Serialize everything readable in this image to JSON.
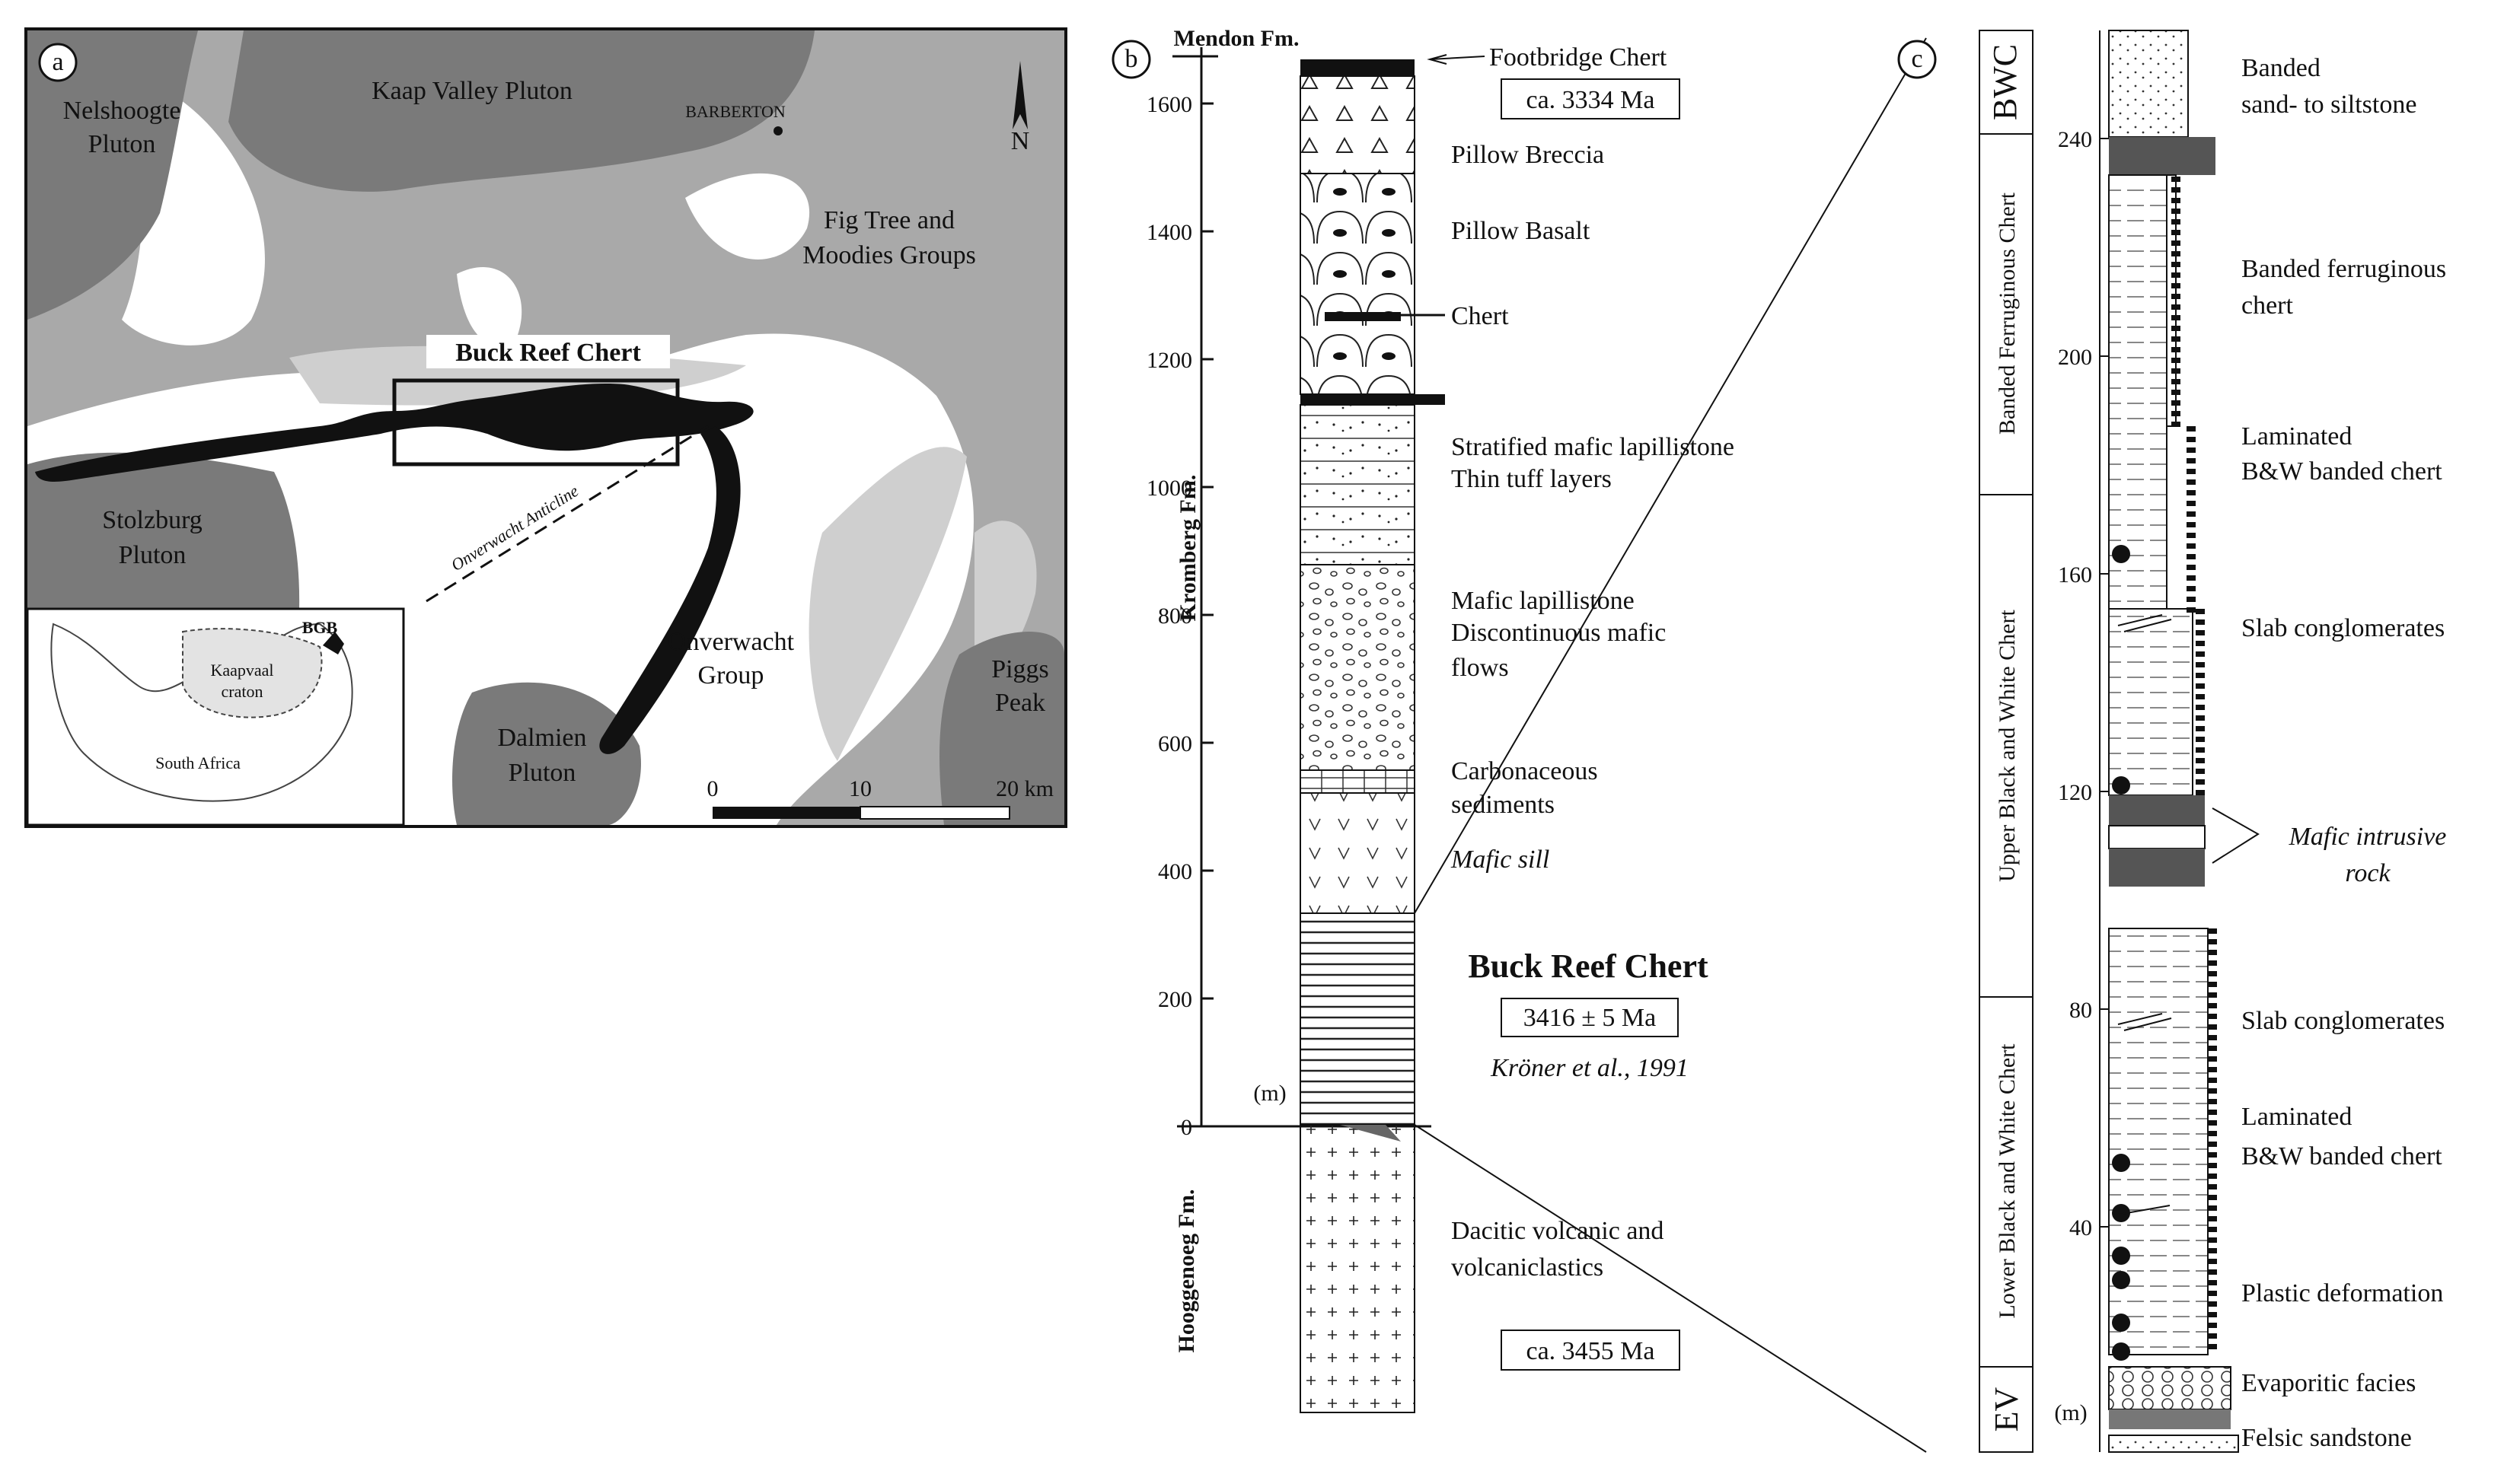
{
  "panel_a": {
    "letter": "a",
    "plutons": {
      "nelshoogte": [
        "Nelshoogte",
        "Pluton"
      ],
      "kaap_valley": "Kaap Valley Pluton",
      "stolzburg": [
        "Stolzburg",
        "Pluton"
      ],
      "dalmien": [
        "Dalmien",
        "Pluton"
      ],
      "piggs_peak": [
        "Piggs",
        "Peak"
      ]
    },
    "groups": {
      "fig_tree": [
        "Fig Tree and",
        "Moodies Groups"
      ],
      "onverwacht": [
        "Onverwacht",
        "Group"
      ]
    },
    "town": "BARBERTON",
    "buck_reef_label": "Buck Reef Chert",
    "anticline": "Onverwacht Anticline",
    "north": "N",
    "scale": {
      "ticks": [
        "0",
        "10",
        "20 km"
      ]
    },
    "inset": {
      "bgb": "BGB",
      "craton": [
        "Kaapvaal",
        "craton"
      ],
      "country": "South Africa"
    }
  },
  "panel_b": {
    "letter": "b",
    "top_formation": "Mendon Fm.",
    "formations": [
      "Kromberg Fm.",
      "Hooggenoeg Fm."
    ],
    "axis_unit": "(m)",
    "axis_ticks": [
      "0",
      "200",
      "400",
      "600",
      "800",
      "1000",
      "1200",
      "1400",
      "1600"
    ],
    "labels": {
      "footbridge": "Footbridge Chert",
      "footbridge_age": "ca. 3334 Ma",
      "pillow_breccia": "Pillow Breccia",
      "pillow_basalt": "Pillow Basalt",
      "chert": "Chert",
      "stratified": [
        "Stratified mafic lapillistone",
        "Thin tuff layers"
      ],
      "mafic_lapilli": [
        "Mafic lapillistone",
        "Discontinuous mafic",
        "flows"
      ],
      "carbonaceous": [
        "Carbonaceous",
        "sediments"
      ],
      "mafic_sill": "Mafic sill",
      "buck_reef_title": "Buck Reef Chert",
      "buck_reef_age": "3416 ± 5 Ma",
      "citation": "Kröner et al., 1991",
      "dacitic": [
        "Dacitic volcanic and",
        "volcaniclastics"
      ],
      "dacitic_age": "ca. 3455 Ma"
    }
  },
  "panel_c": {
    "letter": "c",
    "axis_unit": "(m)",
    "axis_ticks": [
      "40",
      "80",
      "120",
      "160",
      "200",
      "240"
    ],
    "units": [
      "BWC",
      "Banded Ferruginous Chert",
      "Upper Black and White Chert",
      "Lower Black and White Chert",
      "EV"
    ],
    "labels": {
      "banded_sand": [
        "Banded",
        "sand- to siltstone"
      ],
      "banded_ferruginous": [
        "Banded ferruginous",
        "chert"
      ],
      "laminated_upper": [
        "Laminated",
        "B&W banded chert"
      ],
      "slab_upper": "Slab conglomerates",
      "mafic_intrusive": [
        "Mafic intrusive",
        "rock"
      ],
      "slab_lower": "Slab conglomerates",
      "laminated_lower": [
        "Laminated",
        "B&W banded chert"
      ],
      "plastic": "Plastic deformation",
      "evaporitic": "Evaporitic facies",
      "felsic": "Felsic sandstone"
    }
  },
  "colors": {
    "map_gray": "#a9a9a9",
    "pluton_gray": "#7a7a7a",
    "ink": "#111111",
    "intrusive": "#555555"
  }
}
